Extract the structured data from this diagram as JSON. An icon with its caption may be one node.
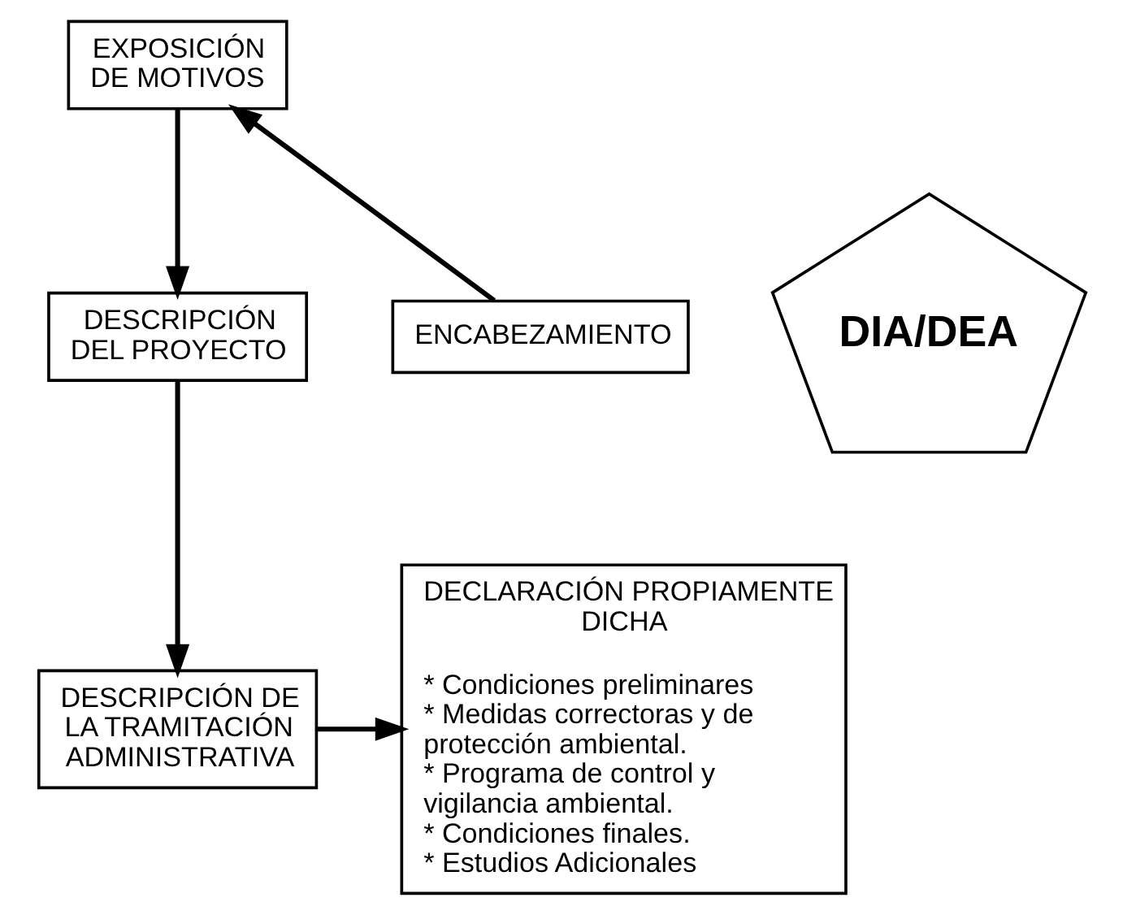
{
  "diagram": {
    "nodes": [
      {
        "text": [
          "EXPOSICIÓN DE MOTIVOS"
        ]
      },
      {
        "text": [
          "DESCRIPCIÓN DEL PROYECTO"
        ]
      },
      {
        "text": [
          "DIA/DEA"
        ]
      },
      {
        "text": [
          "ENCABEZAMIENTO"
        ]
      },
      {
        "text": [
          "DESCRIPCIÓN DE LA TRAMITACIÓN ADMINISTRATIVA"
        ]
      },
      {
        "text": [
          "DECLARACIÓN PROPIAMENTE DICHA",
          "* Condiciones preliminares",
          "* Medidas correctoras y de protección ambiental.",
          "* Programa de control y vigilancia ambiental.",
          "* Condiciones finales.",
          "* Estudios Adicionales"
        ]
      }
    ],
    "edges": [
      {
        "from": 3,
        "to": 0,
        "arrow": "to"
      },
      {
        "from": 0,
        "to": 1,
        "arrow": "to"
      },
      {
        "from": 1,
        "to": 4,
        "arrow": "to"
      },
      {
        "from": 4,
        "to": 5,
        "arrow": "to"
      }
    ]
  }
}
